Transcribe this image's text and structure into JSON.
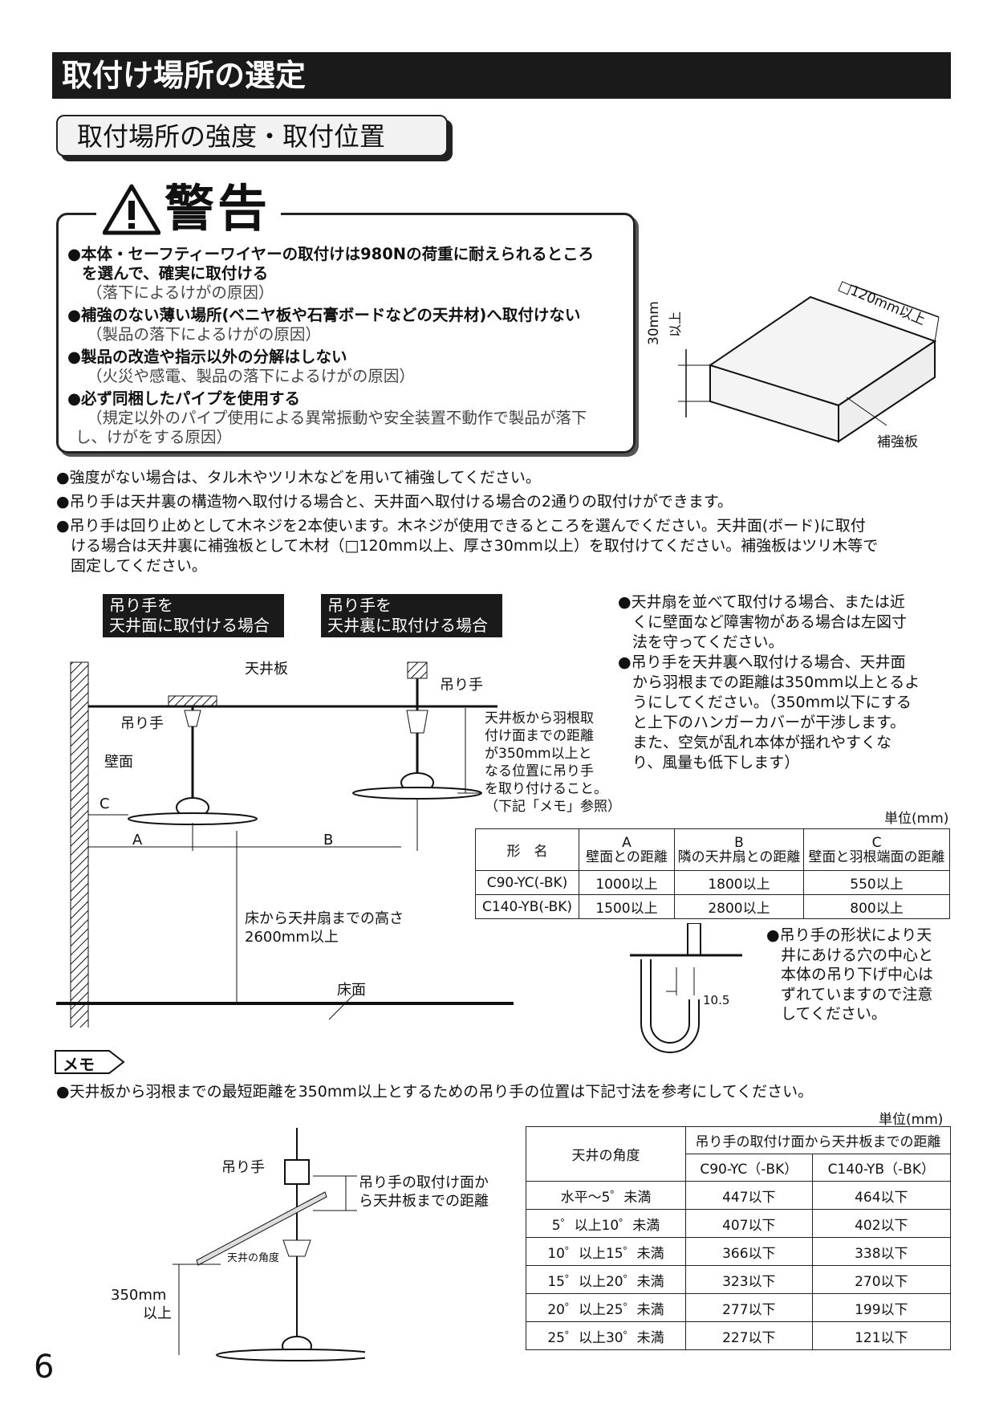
{
  "header": {
    "title": "取付け場所の選定"
  },
  "section": {
    "title": "取付場所の強度・取付位置"
  },
  "warning": {
    "title": "警告",
    "items": [
      {
        "main": "●本体・セーフティーワイヤーの取付けは980Nの荷重に耐えられるところ",
        "main2": "を選んで、確実に取付ける",
        "sub": "（落下によるけがの原因）"
      },
      {
        "main": "●補強のない薄い場所(ベニヤ板や石膏ボードなどの天井材)へ取付けない",
        "sub": "（製品の落下によるけがの原因）"
      },
      {
        "main": "●製品の改造や指示以外の分解はしない",
        "sub": "（火災や感電、製品の落下によるけがの原因）"
      },
      {
        "main": "●必ず同梱したパイプを使用する",
        "sub": "（規定以外のパイプ使用による異常振動や安全装置不動作で製品が落下",
        "sub2": "し、けがをする原因）"
      }
    ]
  },
  "board_diagram": {
    "size_label": "□120mm以上",
    "thickness_label": "30mm",
    "thickness_suffix": "以上",
    "caption": "補強板"
  },
  "notes": [
    "●強度がない場合は、タル木やツリ木などを用いて補強してください。",
    "●吊り手は天井裏の構造物へ取付ける場合と、天井面へ取付ける場合の2通りの取付けができます。",
    "●吊り手は回り止めとして木ネジを2本使います。木ネジが使用できるところを選んでください。天井面(ボード)に取付",
    "ける場合は天井裏に補強板として木材（□120mm以上、厚さ30mm以上）を取付けてください。補強板はツリ木等で",
    "固定してください。"
  ],
  "labels": {
    "ceiling_surface_1": "吊り手を",
    "ceiling_surface_2": "天井面に取付ける場合",
    "ceiling_back_1": "吊り手を",
    "ceiling_back_2": "天井裏に取付ける場合"
  },
  "install_diagram": {
    "ceiling_board": "天井板",
    "hanger_left": "吊り手",
    "hanger_right": "吊り手",
    "wall": "壁面",
    "c": "C",
    "a": "A",
    "b": "B",
    "dist_note": [
      "天井板から羽根取",
      "付け面までの距離",
      "が350mm以上と",
      "なる位置に吊り手",
      "を取り付けること。",
      "（下記「メモ」参照）"
    ],
    "height_note": [
      "床から天井扇までの高さ",
      "2600mm以上"
    ],
    "floor": "床面"
  },
  "side_notes": {
    "lines1": [
      "●天井扇を並べて取付ける場合、または近",
      "くに壁面など障害物がある場合は左図寸",
      "法を守ってください。"
    ],
    "lines2": [
      "●吊り手を天井裏へ取付ける場合、天井面",
      "から羽根までの距離は350mm以上とるよ",
      "うにしてください。（350mm以下にする",
      "と上下のハンガーカバーが干渉します。",
      "また、空気が乱れ本体が揺れやすくな",
      "り、風量も低下します）"
    ]
  },
  "table1": {
    "unit": "単位(mm)",
    "header": {
      "model": "形　名",
      "a_letter": "A",
      "a_label": "壁面との距離",
      "b_letter": "B",
      "b_label": "隣の天井扇との距離",
      "c_letter": "C",
      "c_label": "壁面と羽根端面の距離"
    },
    "rows": [
      {
        "model": "C90-YC(-BK)",
        "a": "1000以上",
        "b": "1800以上",
        "c": "550以上"
      },
      {
        "model": "C140-YB(-BK)",
        "a": "1500以上",
        "b": "2800以上",
        "c": "800以上"
      }
    ]
  },
  "hook_note": {
    "dim": "10.5",
    "lines": [
      "●吊り手の形状により天",
      "井にあける穴の中心と",
      "本体の吊り下げ中心は",
      "ずれていますので注意",
      "してください。"
    ]
  },
  "memo": {
    "label": "メモ",
    "text": "●天井板から羽根までの最短距離を350mm以上とするための吊り手の位置は下記寸法を参考にしてください。",
    "unit": "単位(mm)",
    "diagram": {
      "hanger": "吊り手",
      "dist_label_1": "吊り手の取付け面か",
      "dist_label_2": "ら天井板までの距離",
      "angle": "天井の角度",
      "min_1": "350mm",
      "min_2": "以上"
    }
  },
  "table2": {
    "header": {
      "angle": "天井の角度",
      "dist": "吊り手の取付け面から天井板までの距離",
      "m1": "C90-YC（-BK）",
      "m2": "C140-YB（-BK）"
    },
    "rows": [
      {
        "angle": "水平～5゜未満",
        "m1": "447以下",
        "m2": "464以下"
      },
      {
        "angle": "5゜以上10゜未満",
        "m1": "407以下",
        "m2": "402以下"
      },
      {
        "angle": "10゜以上15゜未満",
        "m1": "366以下",
        "m2": "338以下"
      },
      {
        "angle": "15゜以上20゜未満",
        "m1": "323以下",
        "m2": "270以下"
      },
      {
        "angle": "20゜以上25゜未満",
        "m1": "277以下",
        "m2": "199以下"
      },
      {
        "angle": "25゜以上30゜未満",
        "m1": "227以下",
        "m2": "121以下"
      }
    ]
  },
  "page_number": "6"
}
